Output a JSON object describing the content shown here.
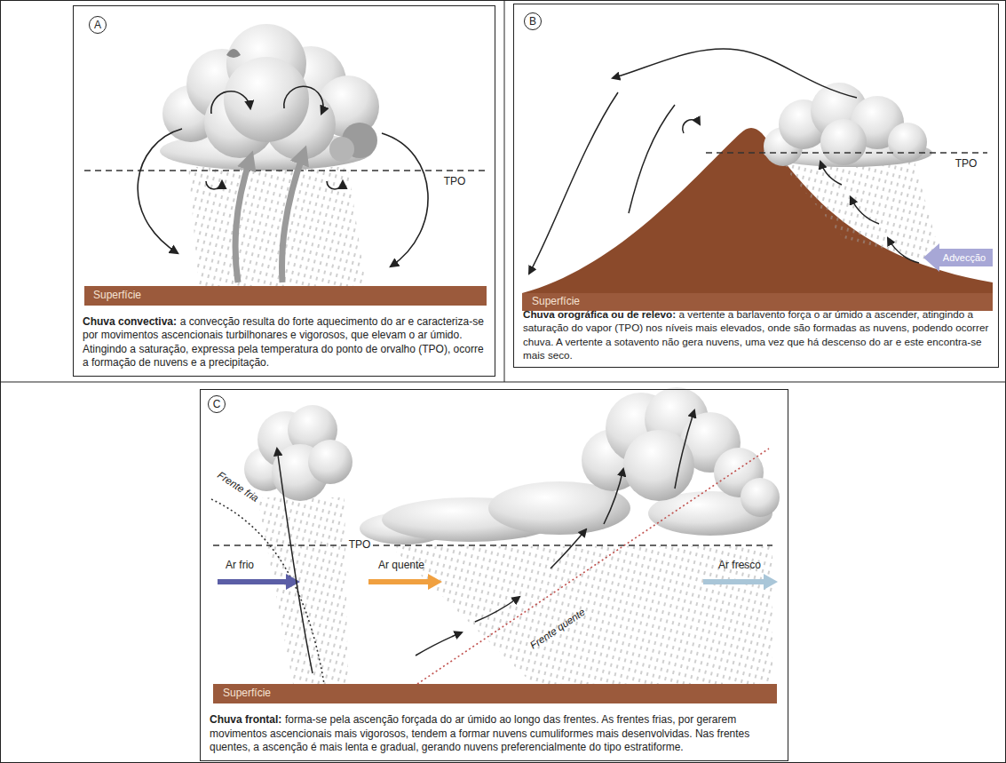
{
  "diagram": {
    "nodes": [
      {
        "text": [
          "Chuva convectiva:",
          "a convecção resulta do forte aquecimento do ar e caracteriza-se por movimentos ascencionais turbilhonares e vigorosos, que elevam o ar úmido. Atingindo a saturação, expressa pela temperatura do ponto de orvalho (TPO), ocorre a formação de nuvens e a precipitação."
        ]
      },
      {
        "text": [
          "Chuva orográfica ou de relevo:",
          "a vertente a barlavento força o ar úmido a ascender, atingindo a saturação do vapor (TPO) nos níveis mais elevados, onde são formadas as nuvens, podendo ocorrer chuva. A vertente a sotavento não gera nuvens, uma vez que há descenso do ar e este encontra-se mais seco."
        ]
      },
      {
        "text": [
          "Chuva frontal:",
          "forma-se pela ascenção forçada do ar úmido ao longo das frentes. As frentes frias, por gerarem movimentos ascencionais mais vigorosos, tendem a formar nuvens cumuliformes mais desenvolvidas. Nas frentes quentes, a ascenção é mais lenta e gradual, gerando nuvens preferencialmente do tipo estratiforme."
        ]
      }
    ],
    "labels": [
      "A",
      "TPO",
      "Superfície",
      "B",
      "TPO",
      "Advecção",
      "Superfície",
      "C",
      "Frente fria",
      "TPO",
      "Ar frio",
      "Ar quente",
      "Frente quente",
      "Ar fresco",
      "Superfície"
    ]
  }
}
